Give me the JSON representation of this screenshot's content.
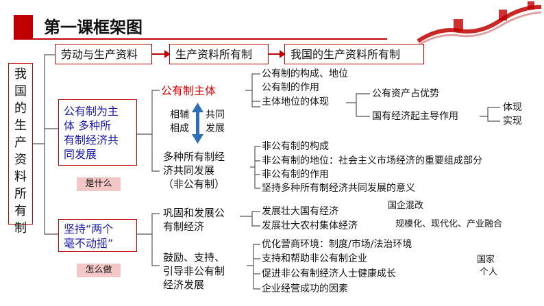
{
  "title": "第一课框架图",
  "root_label": "我国的生产资料所有制",
  "top_boxes": [
    "劳动与生产资料",
    "生产资料所有制",
    "我国的生产资料所有制"
  ],
  "branch1": {
    "label": "公有制为主体 多种所有制经济共同发展",
    "lines": [
      "公有制为主",
      "体 多种所",
      "有制经济共",
      "同发展"
    ],
    "tag": "是什么",
    "public_main": "公有制主体",
    "public_items": [
      "公有制的构成、地位",
      "公有制的作用",
      "主体地位的体现"
    ],
    "embody_items": [
      "公有资产占优势",
      "国有经济起主导作用"
    ],
    "state_items": [
      "体现",
      "实现"
    ],
    "mutual_left": [
      "相辅",
      "相成"
    ],
    "mutual_right": [
      "共同",
      "发展"
    ],
    "multi_label": [
      "多种所有制经",
      "济共同发展",
      "（非公有制）"
    ],
    "multi_items": [
      "非公有制的构成",
      "非公有制的地位：社会主义市场经济的重要组成部分",
      "非公有制的作用",
      "坚持多种所有制经济共同发展的意义"
    ]
  },
  "branch2": {
    "lines": [
      "坚持“两个",
      "毫不动摇”"
    ],
    "tag": "怎么做",
    "consolidate_label": [
      "巩固和发展公",
      "有制经济"
    ],
    "consolidate_items": [
      "发展壮大国有经济",
      "发展壮大农村集体经济"
    ],
    "consolidate_notes": [
      "国企混改",
      "规模化、现代化、产业融合"
    ],
    "encourage_label": [
      "鼓励、支持、",
      "引导非公有制",
      "经济发展"
    ],
    "encourage_items": [
      "优化营商环境：制度/市场/法治环境",
      "支持和帮助非公有制企业",
      "促进非公有制经济人士健康成长",
      "企业经营成功的因素"
    ],
    "encourage_notes": [
      "国家",
      "个人"
    ]
  }
}
